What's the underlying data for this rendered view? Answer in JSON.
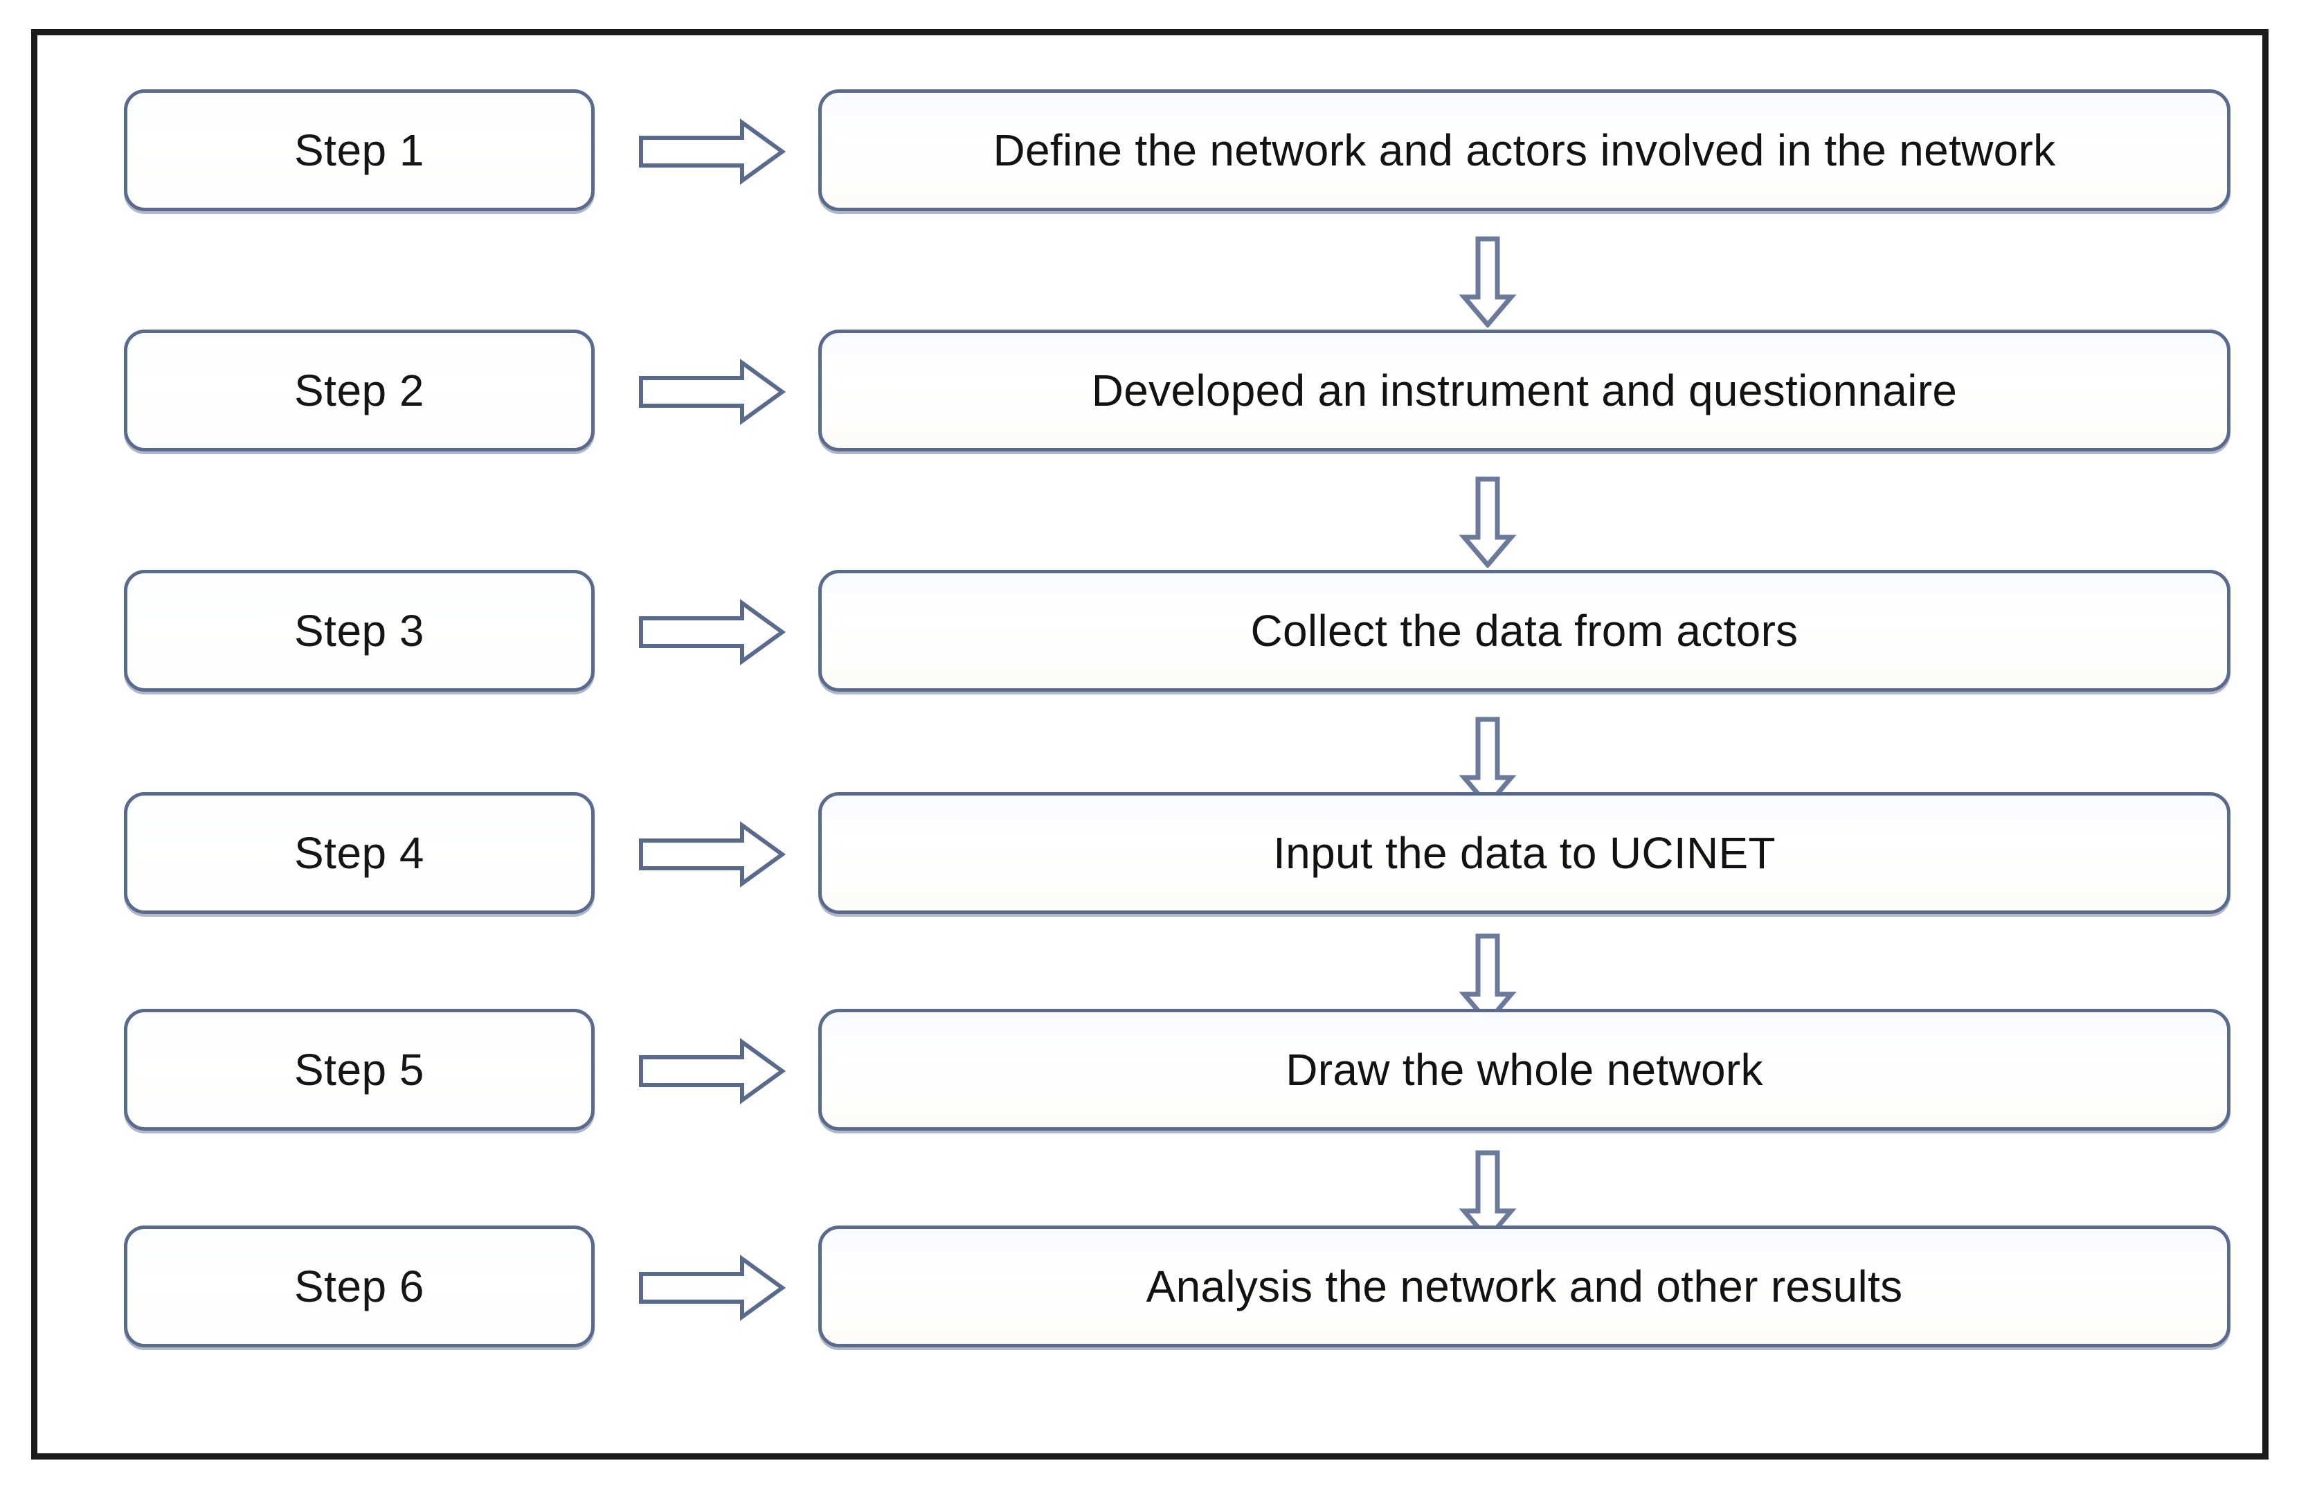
{
  "diagram": {
    "title": "Research methodology step flowchart",
    "frame_color": "#1b1b1b",
    "box_border_color": "#5a6a8c",
    "arrow_color": "#5a6a8c",
    "rows": [
      {
        "step_label": "Step 1",
        "action_label": "Define the network and actors involved in the network",
        "right_arrow": "right-block-arrow",
        "down_arrow": "down-block-arrow"
      },
      {
        "step_label": "Step 2",
        "action_label": "Developed an instrument and questionnaire",
        "right_arrow": "right-block-arrow",
        "down_arrow": "down-block-arrow"
      },
      {
        "step_label": "Step 3",
        "action_label": "Collect the data from actors",
        "right_arrow": "right-block-arrow",
        "down_arrow": "down-block-arrow"
      },
      {
        "step_label": "Step 4",
        "action_label": "Input the data to UCINET",
        "right_arrow": "right-block-arrow",
        "down_arrow": "down-block-arrow"
      },
      {
        "step_label": "Step 5",
        "action_label": "Draw the whole network",
        "right_arrow": "right-block-arrow",
        "down_arrow": "down-block-arrow"
      },
      {
        "step_label": "Step 6",
        "action_label": "Analysis the network and other results",
        "right_arrow": "right-block-arrow",
        "down_arrow": null
      }
    ]
  }
}
